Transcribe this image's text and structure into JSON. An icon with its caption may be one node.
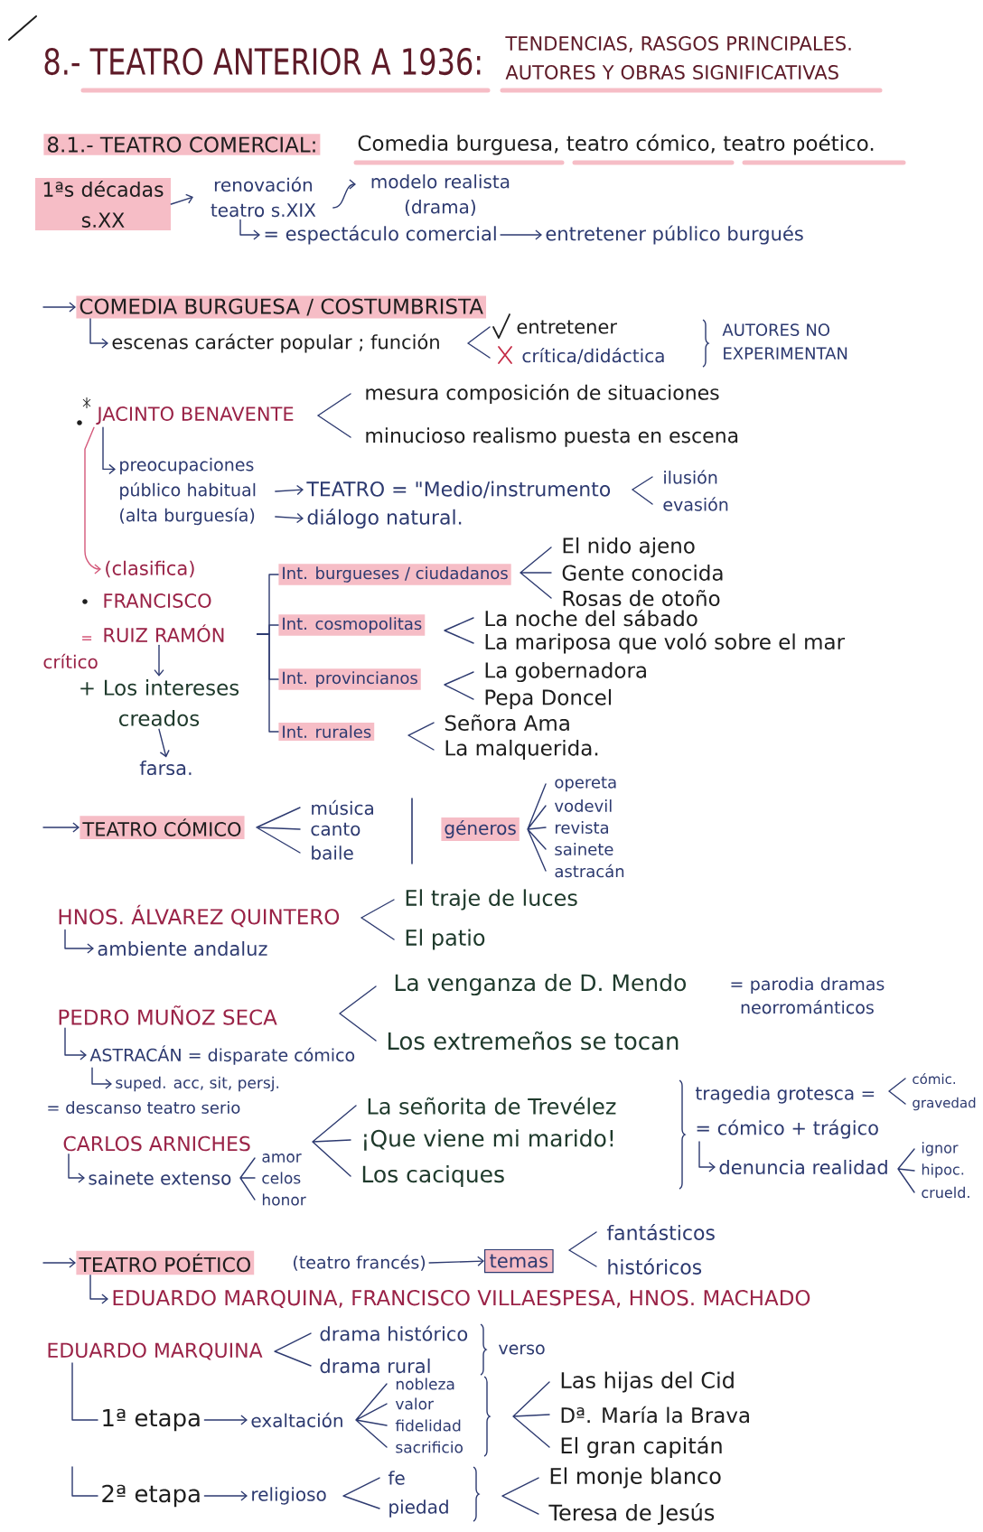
{
  "diagram": {
    "title": "8.- TEATRO ANTERIOR A 1936:",
    "nodes": [
      {
        "text": [
          "8.1.- TEATRO COMERCIAL:"
        ]
      },
      {
        "text": [
          "1ªs décadas s.XX"
        ]
      },
      {
        "text": [
          "renovación teatro s.XIX"
        ]
      },
      {
        "text": [
          "modelo realista (drama)"
        ]
      },
      {
        "text": [
          "= espectáculo comercial"
        ]
      },
      {
        "text": [
          "entretener público burgués"
        ]
      },
      {
        "text": [
          "COMEDIA BURGUESA / COSTUMBRISTA"
        ]
      },
      {
        "text": [
          "escenas carácter popular ; función"
        ]
      },
      {
        "text": [
          "JACINTO BENAVENTE"
        ]
      },
      {
        "text": [
          "preocupaciones público habitual (alta burguesía)"
        ]
      },
      {
        "text": [
          "TEATRO = \"Medio/instrumento"
        ]
      },
      {
        "text": [
          "diálogo natural."
        ]
      },
      {
        "text": [
          "(clasifica)"
        ]
      },
      {
        "text": [
          "FRANCISCO RUIZ RAMÓN"
        ]
      },
      {
        "text": [
          "Int. burgueses / ciudadanos"
        ]
      },
      {
        "text": [
          "Int. cosmopolitas"
        ]
      },
      {
        "text": [
          "Int. provincianos"
        ]
      },
      {
        "text": [
          "Int. rurales"
        ]
      },
      {
        "text": [
          "+ Los intereses creados"
        ]
      },
      {
        "text": [
          "farsa."
        ]
      },
      {
        "text": [
          "TEATRO CÓMICO"
        ]
      },
      {
        "text": [
          "géneros"
        ]
      },
      {
        "text": [
          "HNOS. ÁLVAREZ QUINTERO"
        ]
      },
      {
        "text": [
          "ambiente andaluz"
        ]
      },
      {
        "text": [
          "PEDRO MUÑOZ SECA"
        ]
      },
      {
        "text": [
          "ASTRACÁN = disparate cómico"
        ]
      },
      {
        "text": [
          "suped. acc, sit, persj."
        ]
      },
      {
        "text": [
          "CARLOS ARNICHES"
        ]
      },
      {
        "text": [
          "sainete extenso"
        ]
      },
      {
        "text": [
          "= cómico + trágico"
        ]
      },
      {
        "text": [
          "denuncia realidad"
        ]
      },
      {
        "text": [
          "TEATRO POÉTICO"
        ]
      },
      {
        "text": [
          "(teatro francés)"
        ]
      },
      {
        "text": [
          "temas"
        ]
      },
      {
        "text": [
          "EDUARDO MARQUINA, FRANCISCO VILLAESPESA, HNOS. MACHADO"
        ]
      },
      {
        "text": [
          "EDUARDO MARQUINA"
        ]
      },
      {
        "text": [
          "1ª etapa"
        ]
      },
      {
        "text": [
          "exaltación"
        ]
      },
      {
        "text": [
          "2ª etapa"
        ]
      },
      {
        "text": [
          "religioso"
        ]
      }
    ],
    "edges": [
      {
        "from": 1,
        "to": 2,
        "arrow": "to"
      },
      {
        "from": 2,
        "to": 3,
        "arrow": "to"
      },
      {
        "from": 2,
        "to": 4,
        "arrow": "to"
      },
      {
        "from": 4,
        "to": 5,
        "arrow": "to"
      },
      {
        "from": null,
        "to": 6,
        "arrow": "to"
      },
      {
        "from": 6,
        "to": 7,
        "arrow": "to"
      },
      {
        "from": 8,
        "to": 9,
        "arrow": "to"
      },
      {
        "from": 9,
        "to": 10,
        "arrow": "to"
      },
      {
        "from": 9,
        "to": 11,
        "arrow": "to"
      },
      {
        "from": 8,
        "to": 12,
        "arrow": "to",
        "color": "#d4587a"
      },
      {
        "from": 13,
        "to": 14,
        "arrow": "none"
      },
      {
        "from": 13,
        "to": 15,
        "arrow": "none"
      },
      {
        "from": 13,
        "to": 16,
        "arrow": "none"
      },
      {
        "from": 13,
        "to": 17,
        "arrow": "none"
      },
      {
        "from": 13,
        "to": 18,
        "arrow": "to"
      },
      {
        "from": 18,
        "to": 19,
        "arrow": "to"
      },
      {
        "from": null,
        "to": 20,
        "arrow": "to"
      },
      {
        "from": 22,
        "to": 23,
        "arrow": "to"
      },
      {
        "from": 24,
        "to": 25,
        "arrow": "to"
      },
      {
        "from": 25,
        "to": 26,
        "arrow": "to"
      },
      {
        "from": 27,
        "to": 28,
        "arrow": "to"
      },
      {
        "from": 29,
        "to": 30,
        "arrow": "to"
      },
      {
        "from": null,
        "to": 31,
        "arrow": "to"
      },
      {
        "from": 32,
        "to": 33,
        "arrow": "to"
      },
      {
        "from": 31,
        "to": 34,
        "arrow": "to"
      },
      {
        "from": 35,
        "to": 36,
        "arrow": "none"
      },
      {
        "from": null,
        "to": 38,
        "arrow": "none"
      },
      {
        "from": 36,
        "to": 37,
        "arrow": "to"
      },
      {
        "from": 38,
        "to": 39,
        "arrow": "to"
      }
    ],
    "labels": [
      "TENDENCIAS, RASGOS PRINCIPALES. AUTORES Y OBRAS SIGNIFICATIVAS",
      "Comedia burguesa, teatro cómico, teatro poético.",
      "entretener",
      "crítica/didáctica",
      "AUTORES NO EXPERIMENTAN",
      "mesura composición de situaciones",
      "minucioso realismo puesta en escena",
      "ilusión",
      "evasión",
      "=",
      "crítico",
      "El nido ajeno",
      "Gente conocida",
      "Rosas de otoño",
      "La noche del sábado",
      "La mariposa que voló sobre el mar",
      "La gobernadora",
      "Pepa Doncel",
      "Señora Ama",
      "La malquerida.",
      "música",
      "canto",
      "baile",
      "opereta",
      "vodevil",
      "revista",
      "sainete",
      "astracán",
      "El traje de luces",
      "El patio",
      "La venganza de D. Mendo",
      "= parodia dramas neorrománticos",
      "Los extremeños se tocan",
      "= descanso teatro serio",
      "La señorita de Trevélez",
      "¡Que viene mi marido!",
      "Los caciques",
      "tragedia grotesca =",
      "cómic.",
      "gravedad",
      "ignor",
      "hipoc.",
      "crueld.",
      "amor",
      "celos",
      "honor",
      "fantásticos",
      "históricos",
      "drama histórico",
      "drama rural",
      "verso",
      "nobleza",
      "valor",
      "fidelidad",
      "sacrificio",
      "Las hijas del Cid",
      "Dª. María la Brava",
      "El gran capitán",
      "fe",
      "piedad",
      "El monje blanco",
      "Teresa de Jesús"
    ]
  }
}
